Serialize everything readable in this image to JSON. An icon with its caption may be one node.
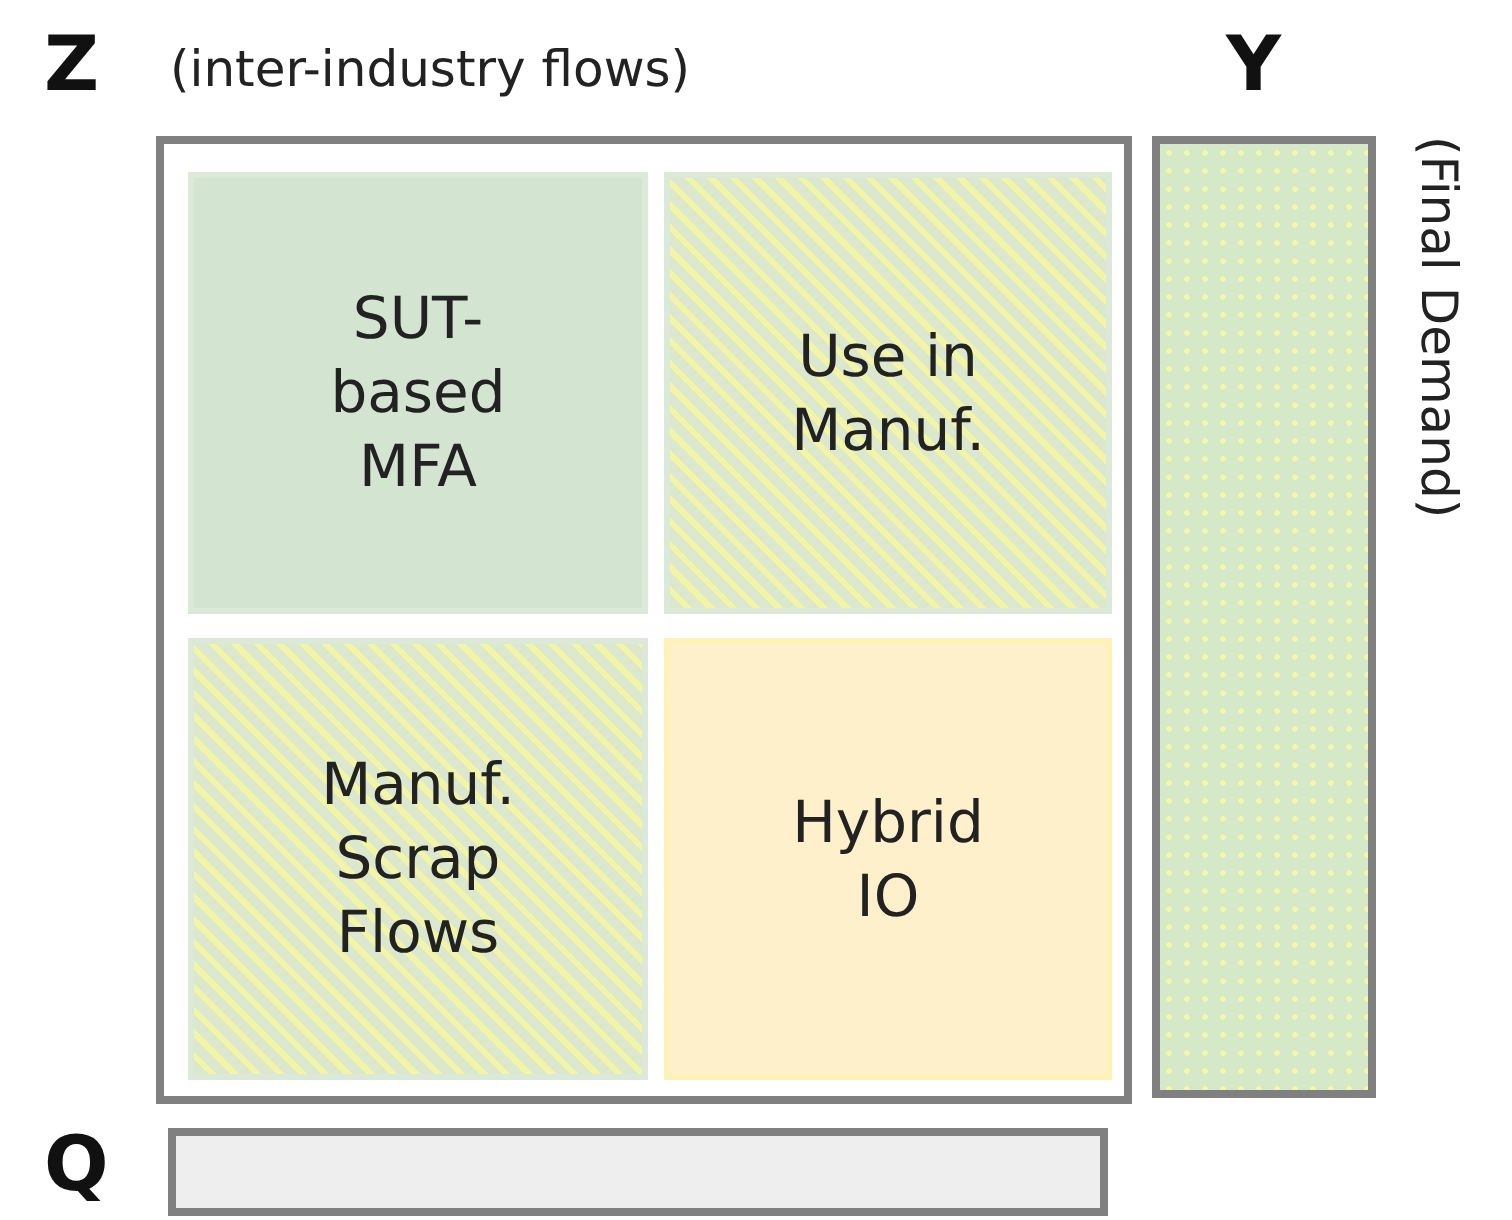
{
  "diagram": {
    "nodes": [
      {
        "text": [
          "Z",
          "(inter-industry flows)"
        ]
      },
      {
        "text": [
          "SUT-based MFA"
        ],
        "in": 0
      },
      {
        "text": [
          "Use in Manuf."
        ],
        "in": 0
      },
      {
        "text": [
          "Manuf. Scrap Flows"
        ],
        "in": 0
      },
      {
        "text": [
          "Hybrid IO"
        ],
        "in": 0
      },
      {
        "text": [
          "Y",
          "(Final Demand)"
        ]
      },
      {
        "text": [
          "Q"
        ]
      }
    ],
    "edges": []
  }
}
